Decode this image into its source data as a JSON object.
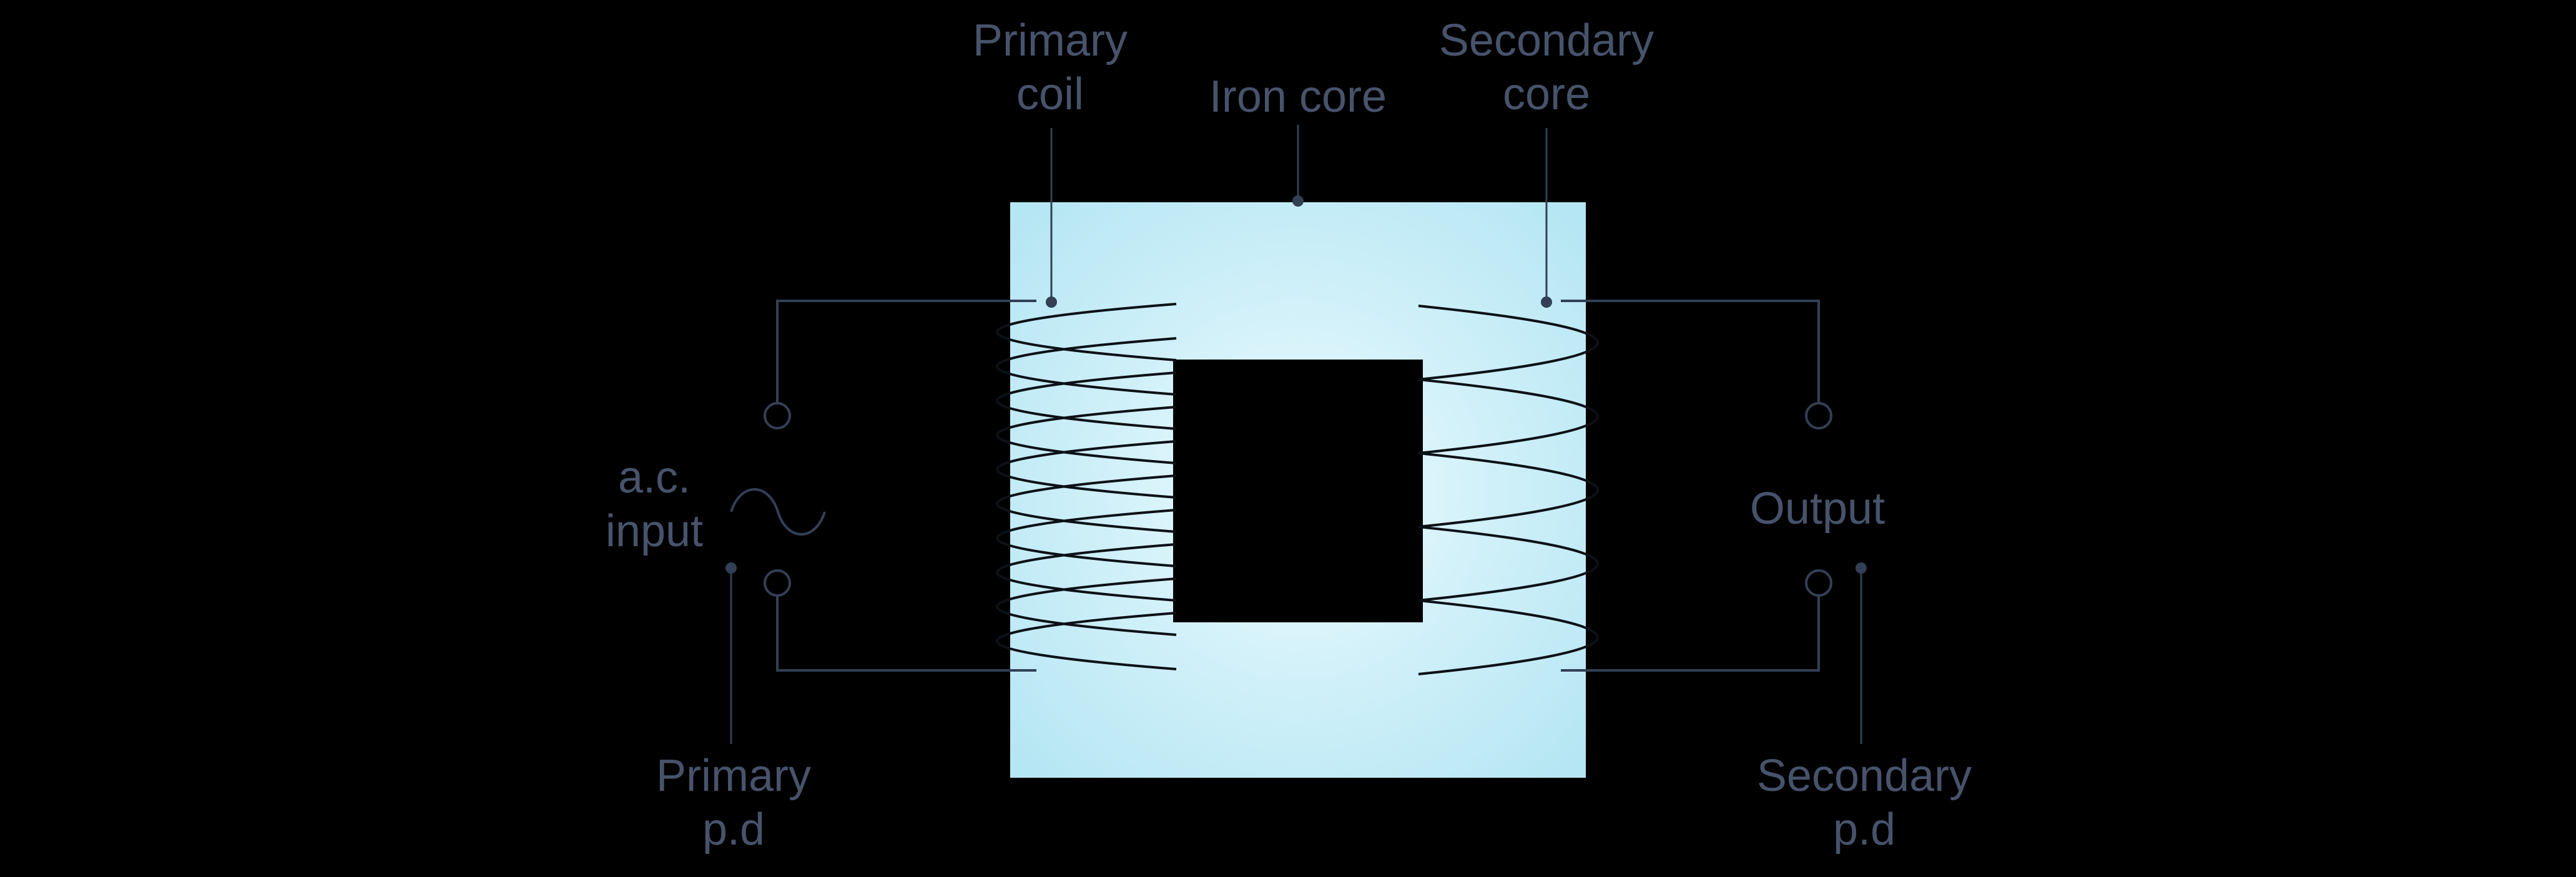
{
  "colors": {
    "bg": "#000000",
    "text": "#47536b",
    "wire": "#333f55",
    "coil": "#0c1117",
    "core_center": "#eefbff",
    "core_mid": "#cdeff8",
    "core_edge": "#b5e6f4",
    "window": "#000000"
  },
  "labels": {
    "primary_coil": "Primary\ncoil",
    "iron_core": "Iron core",
    "secondary_core": "Secondary\ncore",
    "ac_input": "a.c.\ninput",
    "output": "Output",
    "primary_pd": "Primary\np.d",
    "secondary_pd": "Secondary\np.d"
  },
  "coil_turns": {
    "primary": 10,
    "secondary": 5
  }
}
